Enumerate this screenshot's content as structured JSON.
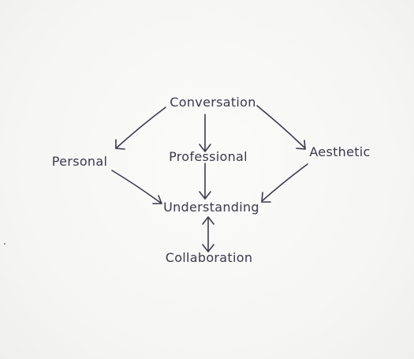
{
  "diagram": {
    "nodes": {
      "conversation": "Conversation",
      "personal": "Personal",
      "professional": "Professional",
      "aesthetic": "Aesthetic",
      "understanding": "Understanding",
      "collaboration": "Collaboration"
    },
    "edges": [
      {
        "from": "Conversation",
        "to": "Personal",
        "direction": "one-way"
      },
      {
        "from": "Conversation",
        "to": "Professional",
        "direction": "one-way"
      },
      {
        "from": "Conversation",
        "to": "Aesthetic",
        "direction": "one-way"
      },
      {
        "from": "Personal",
        "to": "Understanding",
        "direction": "one-way"
      },
      {
        "from": "Professional",
        "to": "Understanding",
        "direction": "one-way"
      },
      {
        "from": "Aesthetic",
        "to": "Understanding",
        "direction": "one-way"
      },
      {
        "from": "Understanding",
        "to": "Collaboration",
        "direction": "two-way"
      }
    ],
    "ink_color": "#3a394c",
    "paper_color": "#f7f7f5"
  }
}
